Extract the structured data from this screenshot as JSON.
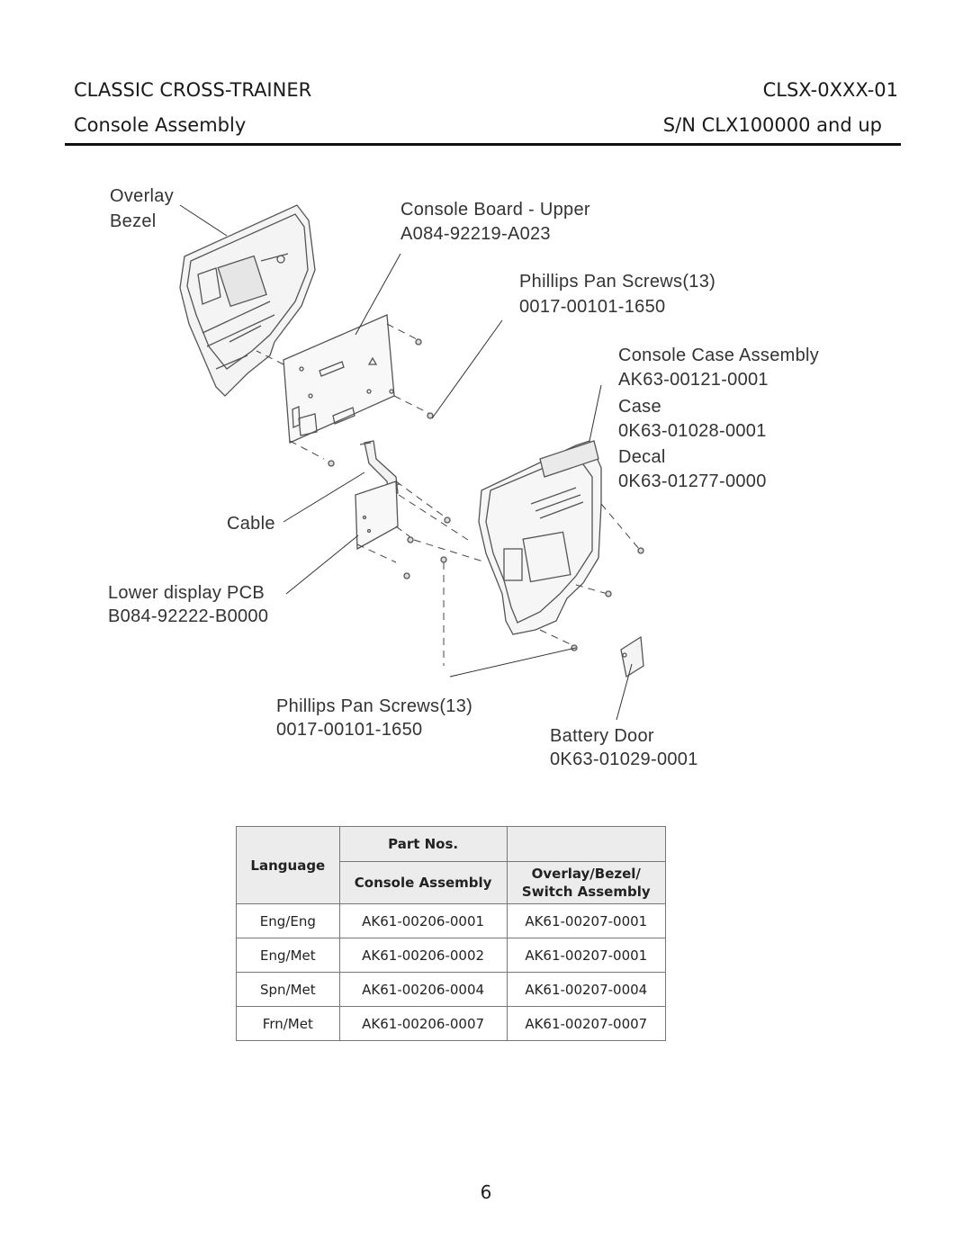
{
  "header": {
    "product": "CLASSIC CROSS-TRAINER",
    "model": "CLSX-0XXX-01",
    "section": "Console Assembly",
    "serial": "S/N CLX100000 and up"
  },
  "labels": {
    "overlay": "Overlay",
    "bezel": "Bezel",
    "console_board_name": "Console Board - Upper",
    "console_board_part": "A084-92219-A023",
    "screws_top_name": "Phillips Pan Screws(13)",
    "screws_top_part": "0017-00101-1650",
    "case_assembly_name": "Console Case Assembly",
    "case_assembly_part": "AK63-00121-0001",
    "case_name": "Case",
    "case_part": "0K63-01028-0001",
    "decal_name": "Decal",
    "decal_part": "0K63-01277-0000",
    "cable": "Cable",
    "lower_pcb_name": "Lower display PCB",
    "lower_pcb_part": "B084-92222-B0000",
    "screws_bottom_name": "Phillips Pan Screws(13)",
    "screws_bottom_part": "0017-00101-1650",
    "battery_door_name": "Battery Door",
    "battery_door_part": "0K63-01029-0001"
  },
  "table": {
    "group_header": "Part Nos.",
    "col_language": "Language",
    "col_console": "Console Assembly",
    "col_overlay": "Overlay/Bezel/ Switch Assembly",
    "rows": [
      {
        "language": "Eng/Eng",
        "console": "AK61-00206-0001",
        "overlay": "AK61-00207-0001"
      },
      {
        "language": "Eng/Met",
        "console": "AK61-00206-0002",
        "overlay": "AK61-00207-0001"
      },
      {
        "language": "Spn/Met",
        "console": "AK61-00206-0004",
        "overlay": "AK61-00207-0004"
      },
      {
        "language": "Frn/Met",
        "console": "AK61-00206-0007",
        "overlay": "AK61-00207-0007"
      }
    ]
  },
  "page_number": "6"
}
